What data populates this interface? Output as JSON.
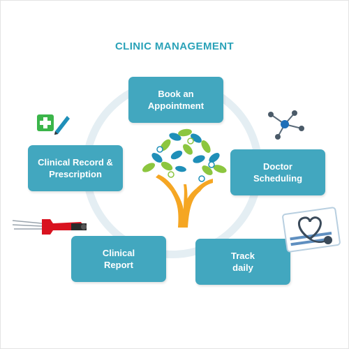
{
  "diagram": {
    "title": "CLINIC MANAGEMENT",
    "steps": [
      {
        "id": "book",
        "label": "Book an\nAppointment"
      },
      {
        "id": "doctor",
        "label": "Doctor\nScheduling"
      },
      {
        "id": "track",
        "label": "Track\ndaily"
      },
      {
        "id": "report",
        "label": "Clinical\nReport"
      },
      {
        "id": "record",
        "label": "Clinical Record &\nPrescription"
      }
    ],
    "colors": {
      "title": "#2aa2b8",
      "box": "#42a7bf",
      "box_text": "#ffffff",
      "ring": "#e4eef3",
      "tree_trunk": "#f5a623",
      "leaf_green": "#8cc63f",
      "leaf_blue": "#1f8fb8"
    },
    "icons": [
      "medical-record-pen-icon",
      "network-nodes-icon",
      "stethoscope-heart-icon",
      "syringe-icon",
      "tree-icon"
    ]
  }
}
